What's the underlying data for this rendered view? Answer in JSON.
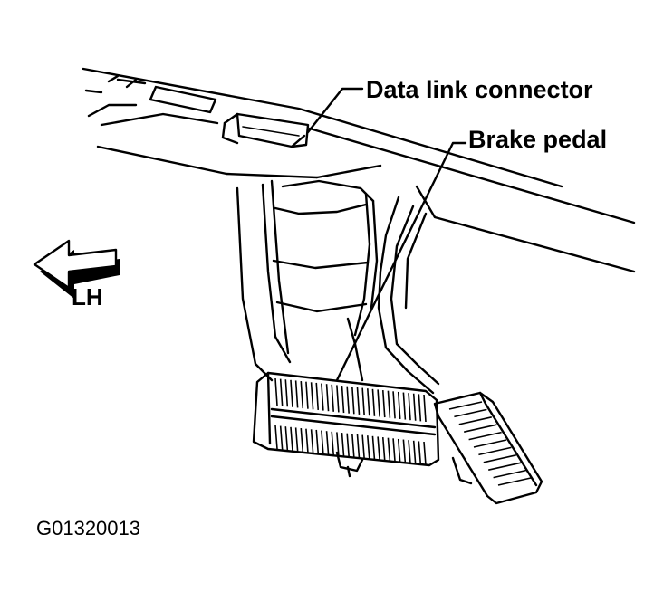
{
  "callouts": {
    "data_link_connector": "Data link connector",
    "brake_pedal": "Brake pedal"
  },
  "direction": {
    "label": "LH",
    "icon": "left-arrow-icon"
  },
  "figure_id": "G01320013",
  "colors": {
    "ink": "#000000",
    "paper": "#ffffff"
  }
}
